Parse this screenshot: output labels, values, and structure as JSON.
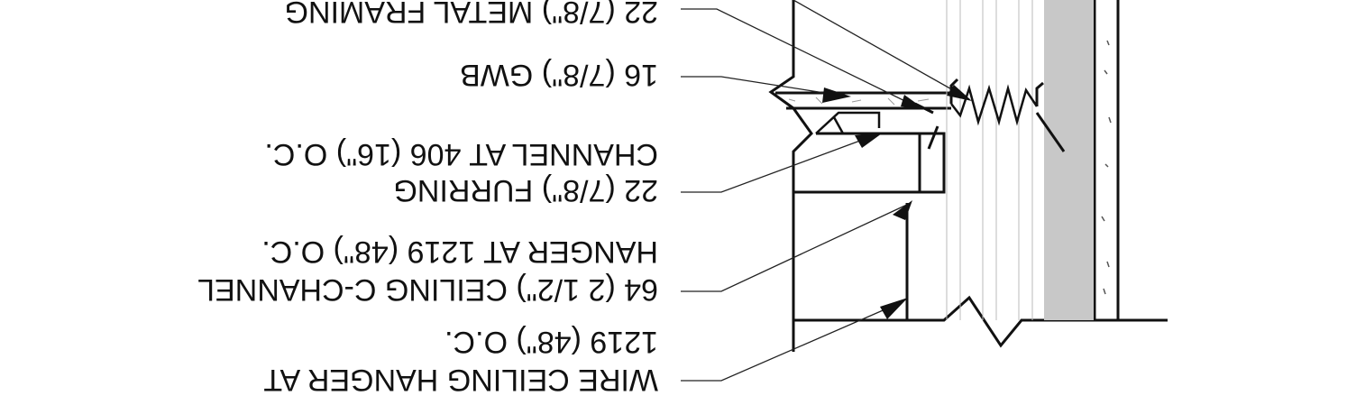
{
  "drawing": {
    "orientation": "rotated 180 degrees",
    "labels": [
      {
        "id": "metal-framing",
        "lines": [
          "22 (7/8\") METAL FRAMING"
        ]
      },
      {
        "id": "gwb",
        "lines": [
          "16 (7/8\") GWB"
        ]
      },
      {
        "id": "furring-channel",
        "lines": [
          "22 (7/8\") FURRING",
          "CHANNEL AT 406 (16\") O.C."
        ]
      },
      {
        "id": "c-channel",
        "lines": [
          "64 (2 1/2\") CEILING C-CHANNEL",
          "HANGER AT 1219 (48\") O.C."
        ]
      },
      {
        "id": "wire-hanger",
        "lines": [
          "WIRE CEILING HANGER AT",
          "1219 (48\") O.C."
        ]
      }
    ],
    "colors": {
      "line": "#111111",
      "hatch": "#c8c8c8",
      "leader": "#222222",
      "stud": "#bbbbbb"
    }
  }
}
